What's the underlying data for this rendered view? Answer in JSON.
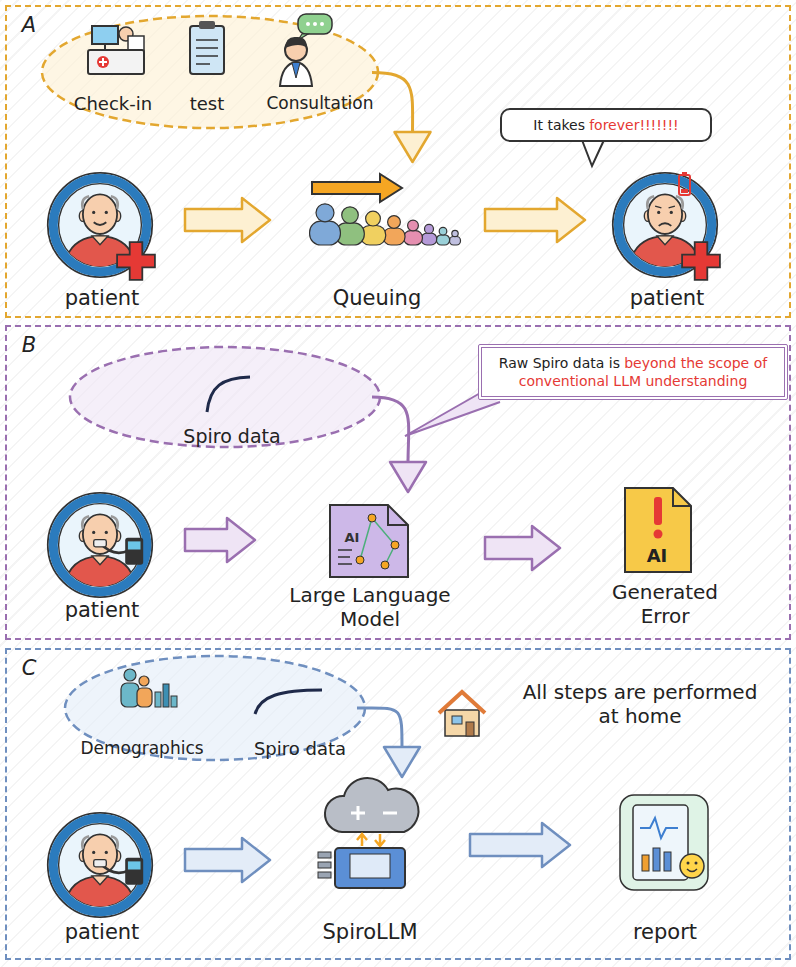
{
  "diagram": {
    "nodes": [
      {
        "text": [
          "A"
        ]
      },
      {
        "text": [
          "Check-in",
          "test",
          "Consultation"
        ],
        "in": 0
      },
      {
        "text": [
          "It takes",
          "forever!!!!!!!"
        ],
        "in": 0
      },
      {
        "text": [
          "patient"
        ],
        "in": 0
      },
      {
        "text": [
          "Queuing"
        ],
        "in": 0
      },
      {
        "text": [
          "patient"
        ],
        "in": 0
      },
      {
        "text": [
          "B"
        ]
      },
      {
        "text": [
          "Spiro data"
        ],
        "in": 6
      },
      {
        "text": [
          "Raw Spiro data is",
          "beyond the scope of conventional LLM understanding"
        ],
        "in": 6
      },
      {
        "text": [
          "patient"
        ],
        "in": 6
      },
      {
        "text": [
          "Large Language Model"
        ],
        "in": 6
      },
      {
        "text": [
          "Generated Error"
        ],
        "in": 6
      },
      {
        "text": [
          "C"
        ]
      },
      {
        "text": [
          "Demographics",
          "Spiro data"
        ],
        "in": 12
      },
      {
        "text": [
          "patient"
        ],
        "in": 12
      },
      {
        "text": [
          "SpiroLLM"
        ],
        "in": 12
      },
      {
        "text": [
          "report"
        ],
        "in": 12
      }
    ],
    "edges": [
      {
        "from": 3,
        "to": 4,
        "arrow": "to"
      },
      {
        "from": 4,
        "to": 5,
        "arrow": "to"
      },
      {
        "from": 1,
        "to": 4,
        "arrow": "to"
      },
      {
        "from": 9,
        "to": 10,
        "arrow": "to"
      },
      {
        "from": 10,
        "to": 11,
        "arrow": "to"
      },
      {
        "from": 7,
        "to": 10,
        "arrow": "to"
      },
      {
        "from": 14,
        "to": 15,
        "arrow": "to"
      },
      {
        "from": 15,
        "to": 16,
        "arrow": "to"
      },
      {
        "from": 13,
        "to": 15,
        "arrow": "to"
      }
    ],
    "labels": [
      "AI",
      "AI",
      "All steps are performed at home"
    ]
  }
}
